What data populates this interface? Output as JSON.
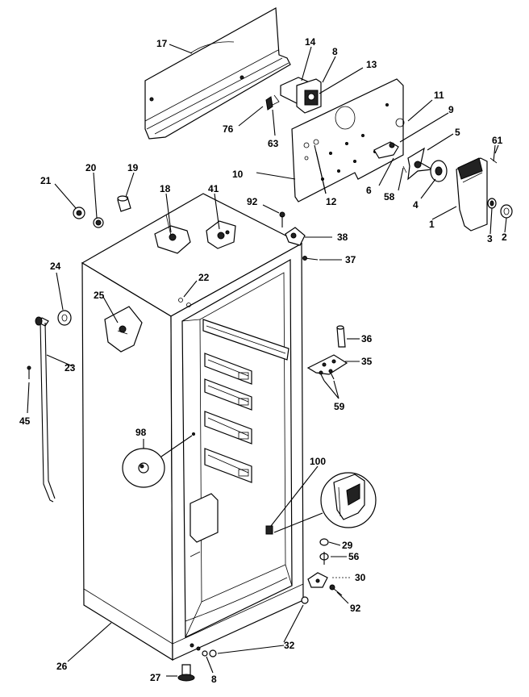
{
  "labels": {
    "p17": "17",
    "p14": "14",
    "p8a": "8",
    "p13": "13",
    "p11": "11",
    "p9": "9",
    "p5": "5",
    "p61": "61",
    "p76": "76",
    "p63": "63",
    "p10": "10",
    "p12": "12",
    "p6": "6",
    "p58": "58",
    "p4": "4",
    "p1": "1",
    "p3": "3",
    "p2": "2",
    "p21": "21",
    "p20": "20",
    "p19": "19",
    "p18": "18",
    "p41": "41",
    "p92a": "92",
    "p38": "38",
    "p37": "37",
    "p24": "24",
    "p22": "22",
    "p25": "25",
    "p36": "36",
    "p35": "35",
    "p23": "23",
    "p59": "59",
    "p45": "45",
    "p98": "98",
    "p100": "100",
    "p29": "29",
    "p56": "56",
    "p30": "30",
    "p92b": "92",
    "p32": "32",
    "p26": "26",
    "p27": "27",
    "p8b": "8"
  }
}
